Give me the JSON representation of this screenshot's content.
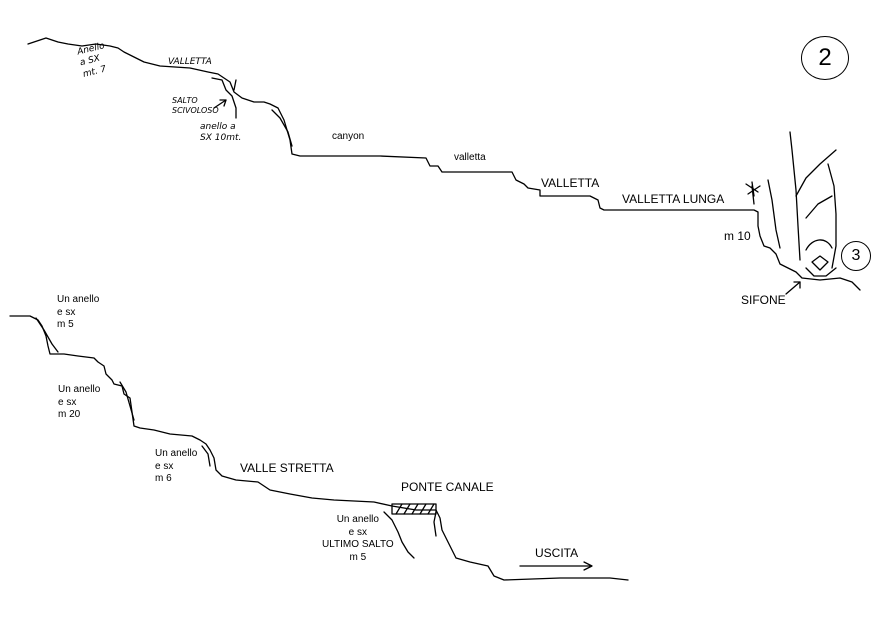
{
  "sheet_number": "2",
  "next_sheet_number": "3",
  "upper_labels": {
    "anello_sx_7": "Anello\na SX\nmt. 7",
    "valletta_hand": "VALLETTA",
    "salto_scivoloso": "SALTO\nSCIVOLOSO",
    "anello_sx_10": "anello a\nSX 10mt.",
    "canyon": "canyon",
    "valletta_lower": "valletta",
    "valletta_upper": "VALLETTA",
    "valletta_lunga": "VALLETTA LUNGA",
    "m10": "m 10",
    "sifone": "SIFONE"
  },
  "lower_labels": {
    "anello_sx_m5": "Un anello\ne sx\nm 5",
    "anello_sx_m20": "Un anello\ne sx\nm 20",
    "anello_sx_m6": "Un anello\ne sx\nm 6",
    "valle_stretta": "VALLE STRETTA",
    "ponte_canale": "PONTE CANALE",
    "anello_ultimo": "Un anello\ne sx\nULTIMO SALTO\nm 5",
    "uscita": "USCITA"
  }
}
